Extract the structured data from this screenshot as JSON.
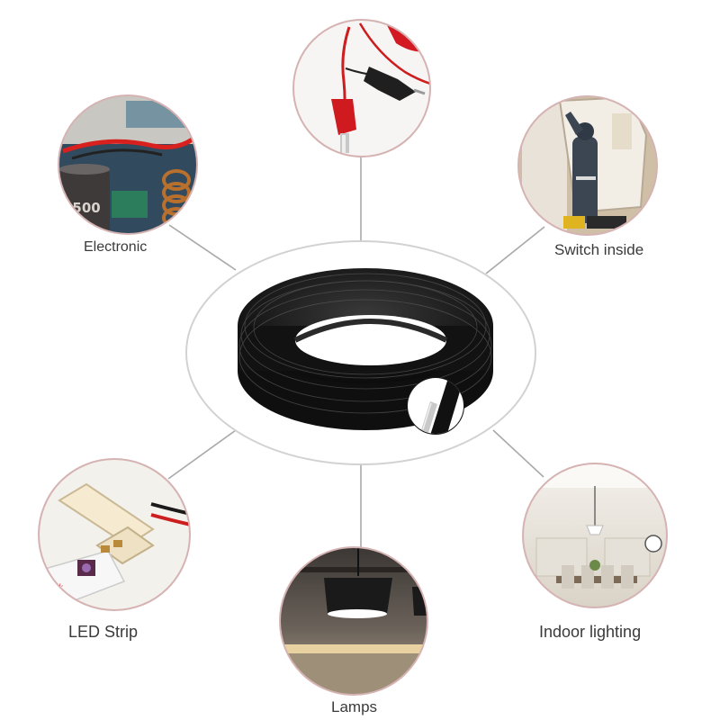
{
  "labels": {
    "electronic": "Electronic",
    "switch_inside": "Switch inside",
    "led_strip": "LED Strip",
    "indoor_lighting": "Indoor lighting",
    "lamps": "Lamps"
  },
  "scene": {
    "center": "black-wire-coil",
    "circles": [
      "clip-test-leads",
      "electronic-circuit-board",
      "electrician-switch-installation",
      "led-strip-connector",
      "pendant-lamps",
      "indoor-dining-room-lighting"
    ]
  },
  "colors": {
    "background": "#ffffff",
    "connector_line": "#a9a9a9",
    "circle_border": "#d6b3b3",
    "wire_black": "#141414",
    "wire_red": "#d4151c",
    "label_text": "#3a3a3a"
  }
}
